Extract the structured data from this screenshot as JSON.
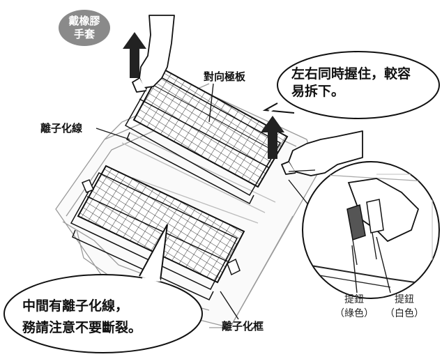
{
  "badge": {
    "line1": "戴橡膠",
    "line2": "手套"
  },
  "labels": {
    "plates": "對向極板",
    "wire_top": "離子化線",
    "frame": "離子化框"
  },
  "bubble_right": {
    "line1": "左右同時握住，較容",
    "line2": "易拆下。"
  },
  "bubble_bottom": {
    "line1": "中間有離子化線，",
    "line2": "務請注意不要斷裂。"
  },
  "tabs": {
    "green": {
      "line1": "提鈕",
      "line2": "（綠色）"
    },
    "white": {
      "line1": "提鈕",
      "line2": "（白色）"
    }
  },
  "colors": {
    "badge_fill": "#8a8a8a",
    "line": "#1a1a1a",
    "arrow": "#222222",
    "tab_green": "#555555"
  }
}
